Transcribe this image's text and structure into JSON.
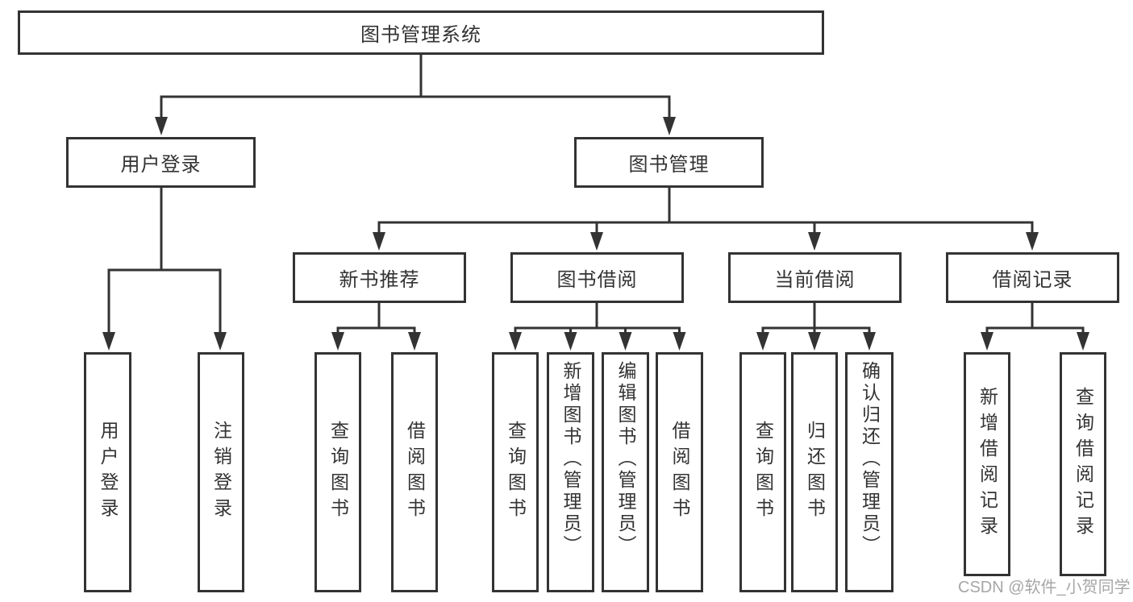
{
  "diagram": {
    "root": {
      "label": "图书管理系统"
    },
    "user_login": {
      "label": "用户登录",
      "children": [
        {
          "label": "用户登录"
        },
        {
          "label": "注销登录"
        }
      ]
    },
    "book_mgmt": {
      "label": "图书管理",
      "children": [
        {
          "label": "新书推荐",
          "children": [
            {
              "label": "查询图书"
            },
            {
              "label": "借阅图书"
            }
          ]
        },
        {
          "label": "图书借阅",
          "children": [
            {
              "label": "查询图书"
            },
            {
              "label": "新增图书（管理员）"
            },
            {
              "label": "编辑图书（管理员）"
            },
            {
              "label": "借阅图书"
            }
          ]
        },
        {
          "label": "当前借阅",
          "children": [
            {
              "label": "查询图书"
            },
            {
              "label": "归还图书"
            },
            {
              "label": "确认归还（管理员）"
            }
          ]
        },
        {
          "label": "借阅记录",
          "children": [
            {
              "label": "新增借阅记录"
            },
            {
              "label": "查询借阅记录"
            }
          ]
        }
      ]
    }
  },
  "watermark": {
    "text": "CSDN @软件_小贺同学"
  },
  "colors": {
    "line": "#333333",
    "text": "#333333",
    "background": "#ffffff",
    "watermark": "#a6a6a6"
  }
}
